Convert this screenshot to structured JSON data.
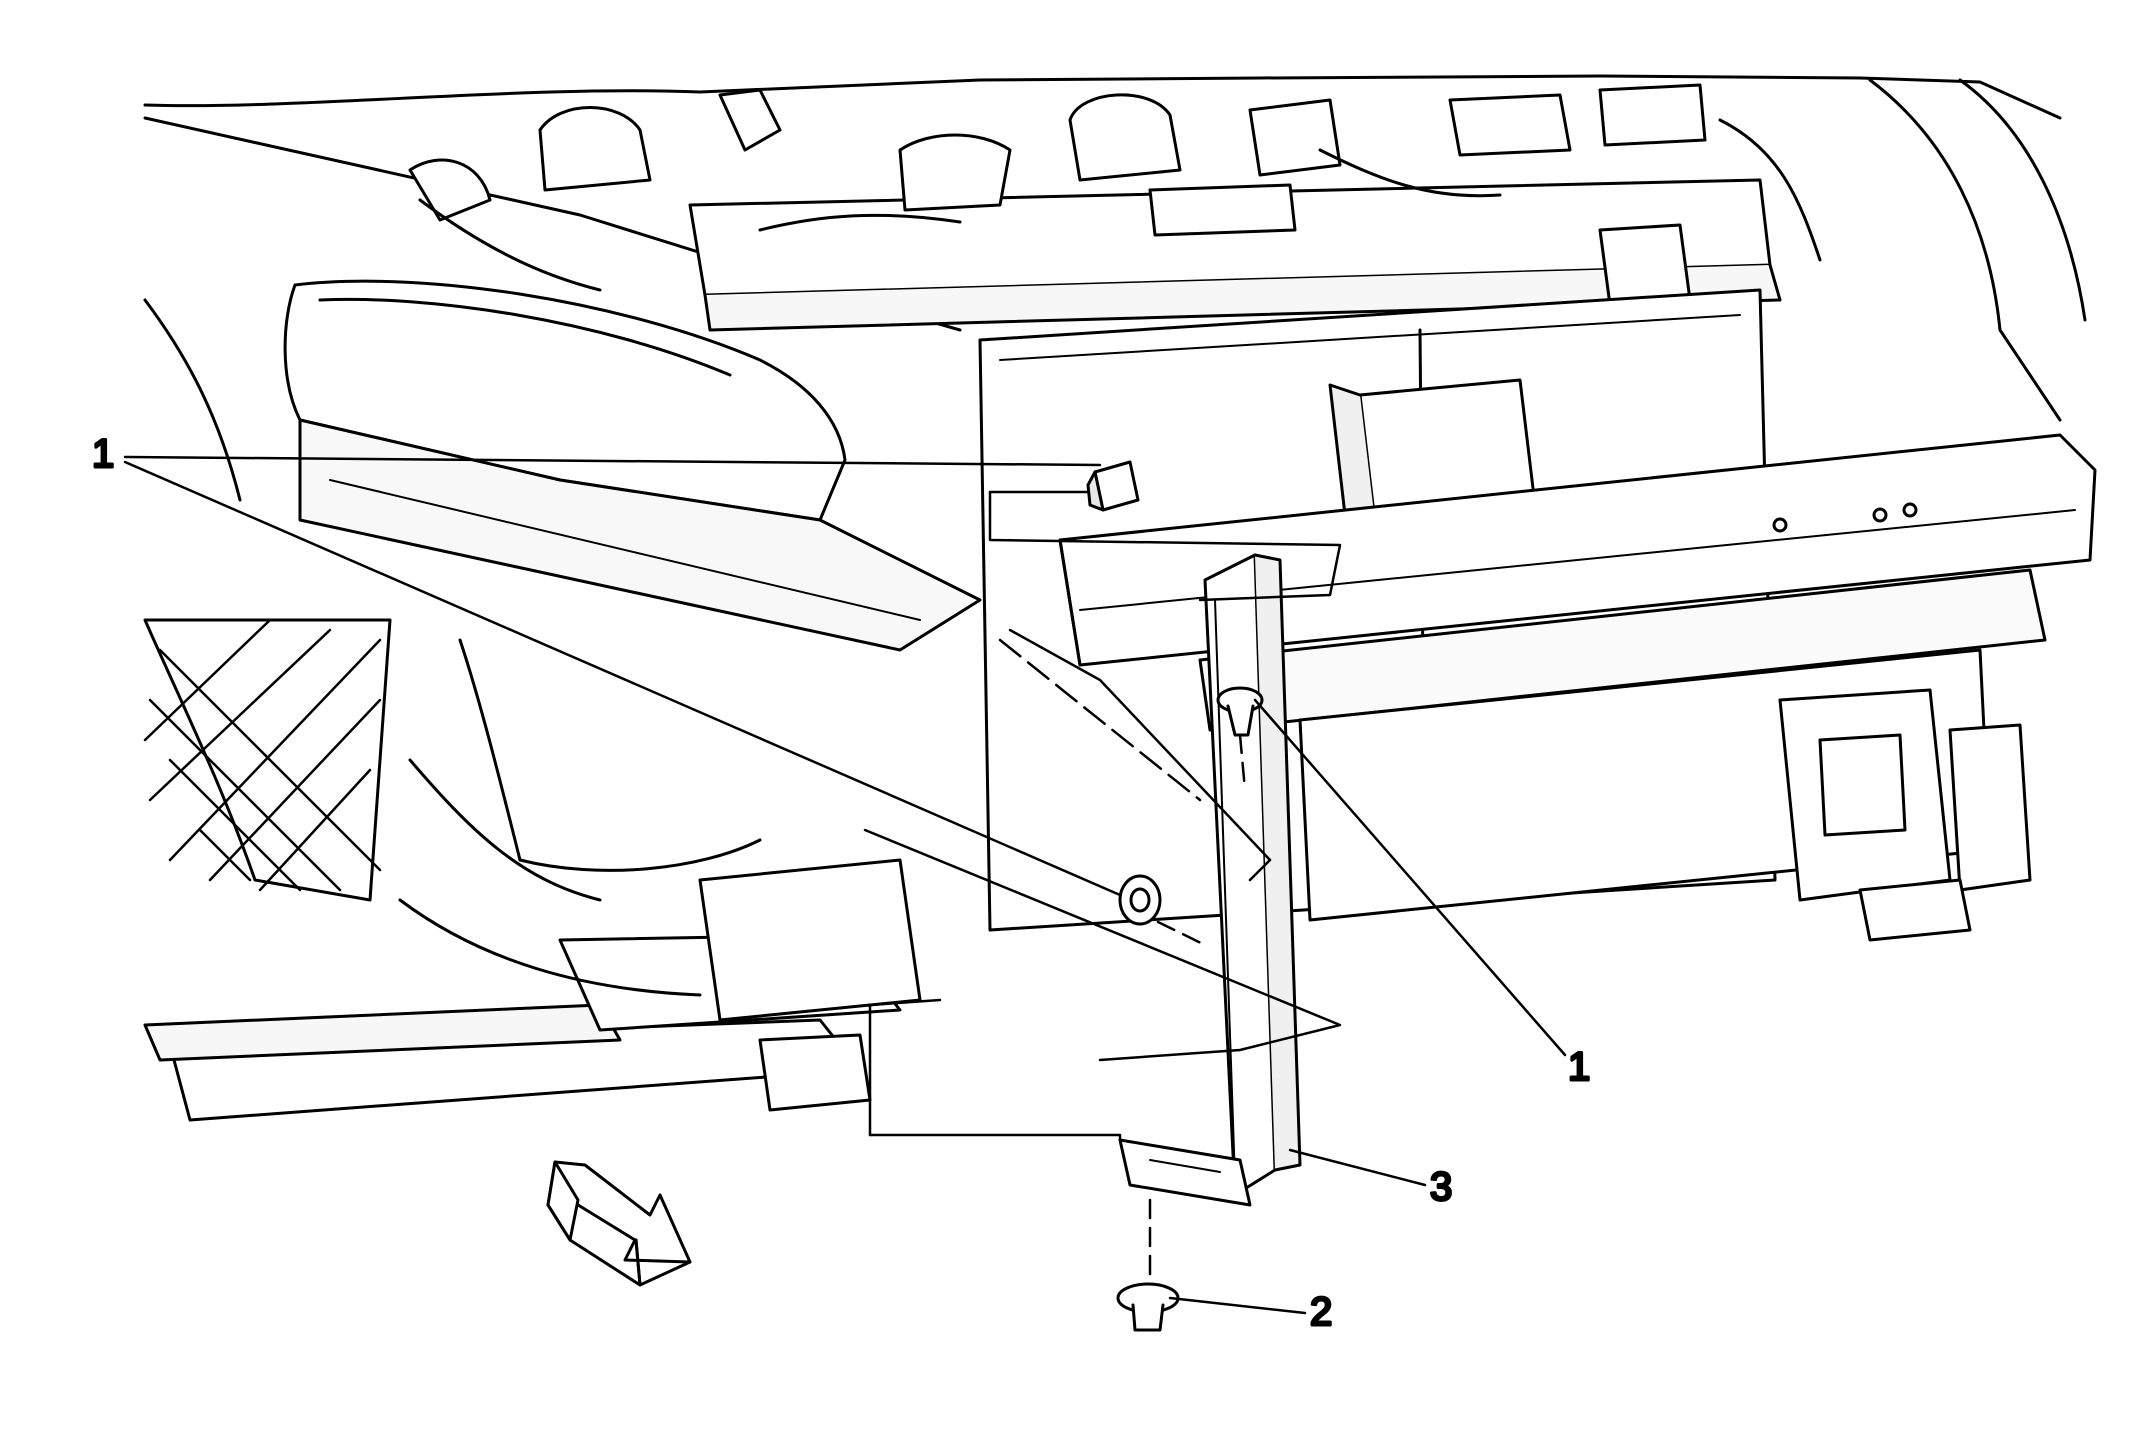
{
  "diagram": {
    "callouts": [
      {
        "id": "c1a",
        "label": "1"
      },
      {
        "id": "c1b",
        "label": "1"
      },
      {
        "id": "c2",
        "label": "2"
      },
      {
        "id": "c3",
        "label": "3"
      }
    ],
    "colors": {
      "ink": "#000000",
      "fill": "#ffffff",
      "shade": "#f2f2f2"
    },
    "icons": {
      "direction": "forward-arrow-icon"
    }
  }
}
